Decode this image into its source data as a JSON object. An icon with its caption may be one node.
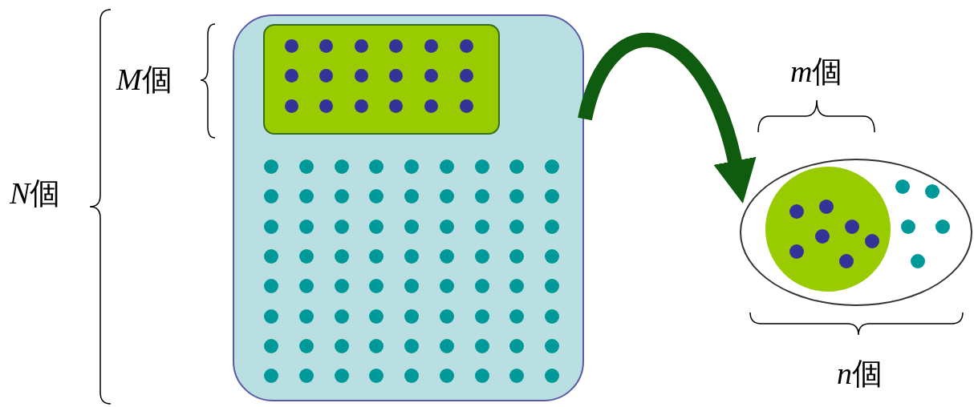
{
  "diagram": {
    "nodes": [
      {
        "text": [],
        "shape": "box"
      },
      {
        "text": [],
        "shape": "box",
        "in": 0
      },
      {
        "text": [],
        "shape": "ellipse"
      },
      {
        "text": [],
        "shape": "circle",
        "in": 2
      }
    ],
    "edges": [
      {
        "from": 0,
        "to": 2,
        "arrow": "to"
      }
    ],
    "labels": [
      "M個",
      "m個",
      "N個",
      "n個"
    ]
  }
}
